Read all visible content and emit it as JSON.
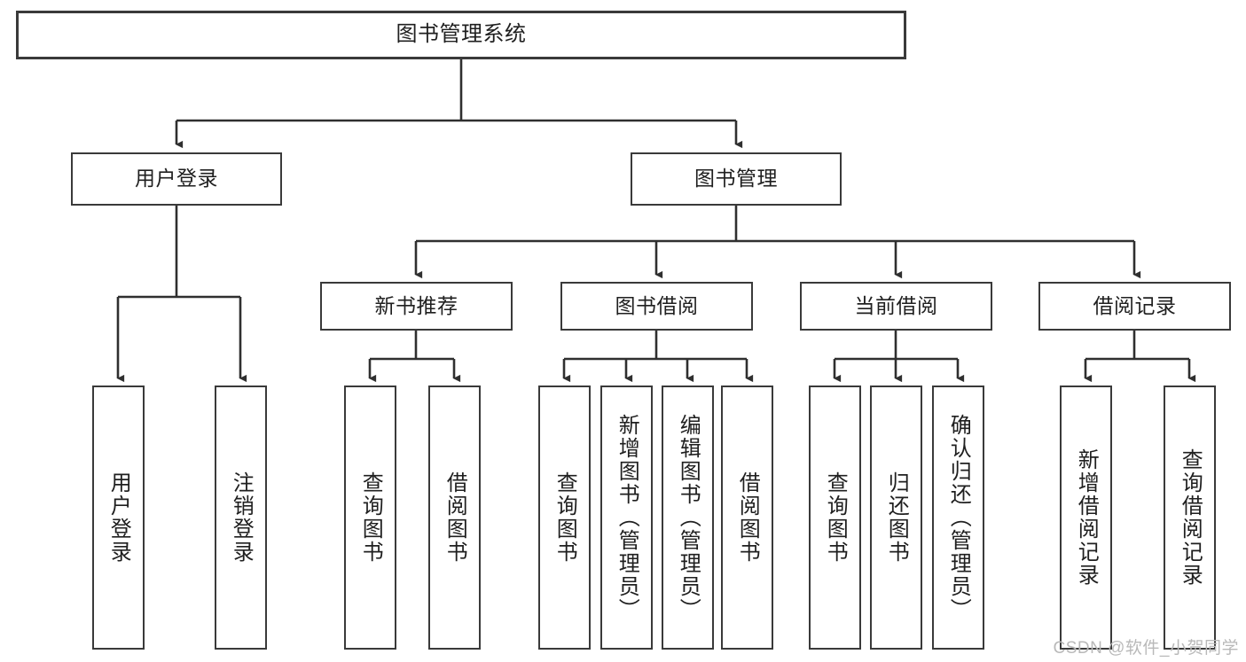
{
  "diagram": {
    "type": "tree",
    "title_node": "图书管理系统",
    "watermark": "CSDN @软件_小贺同学",
    "colors": {
      "box_stroke": "#3a3a3a",
      "box_fill": "#ffffff",
      "connector": "#2f2f2f",
      "text": "#1f1f1f",
      "watermark": "#b9b9b9",
      "background": "#ffffff"
    },
    "nodes": {
      "root": "图书管理系统",
      "level1": [
        "用户登录",
        "图书管理"
      ],
      "level2": [
        "新书推荐",
        "图书借阅",
        "当前借阅",
        "借阅记录"
      ],
      "leaves": {
        "user_login": [
          "用户登录",
          "注销登录"
        ],
        "new_book": [
          "查询图书",
          "借阅图书"
        ],
        "book_borrow": [
          "查询图书",
          "新增图书（管理员）",
          "编辑图书（管理员）",
          "借阅图书"
        ],
        "current_borrow": [
          "查询图书",
          "归还图书",
          "确认归还（管理员）"
        ],
        "borrow_record": [
          "新增借阅记录",
          "查询借阅记录"
        ]
      }
    }
  }
}
